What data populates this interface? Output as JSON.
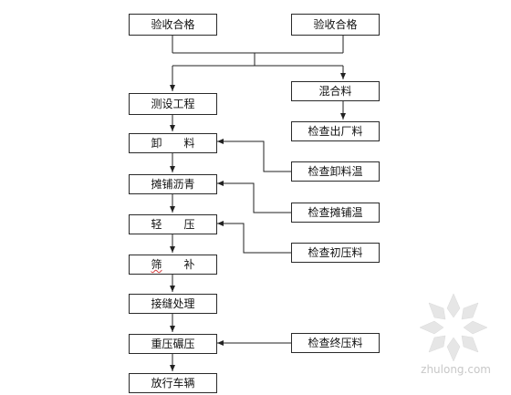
{
  "left_boxes": [
    {
      "id": "l0",
      "label": "验收合格"
    },
    {
      "id": "l1",
      "label": "测设工程"
    },
    {
      "id": "l2",
      "label": "卸　　料"
    },
    {
      "id": "l3",
      "label": "摊铺沥青"
    },
    {
      "id": "l4",
      "label": "轻　　压"
    },
    {
      "id": "l5",
      "label": "筛　　补"
    },
    {
      "id": "l6",
      "label": "接缝处理"
    },
    {
      "id": "l7",
      "label": "重压碾压"
    },
    {
      "id": "l8",
      "label": "放行车辆"
    }
  ],
  "right_boxes": [
    {
      "id": "r0",
      "label": "验收合格"
    },
    {
      "id": "r1",
      "label": "混合料"
    },
    {
      "id": "r2",
      "label": "检查出厂料"
    },
    {
      "id": "r3",
      "label": "检查卸料温"
    },
    {
      "id": "r4",
      "label": "检查摊铺温"
    },
    {
      "id": "r5",
      "label": "检查初压料"
    },
    {
      "id": "r6",
      "label": "检查终压料"
    }
  ],
  "watermark": {
    "text": "zhulong.com",
    "color": "#d0d0d0"
  }
}
